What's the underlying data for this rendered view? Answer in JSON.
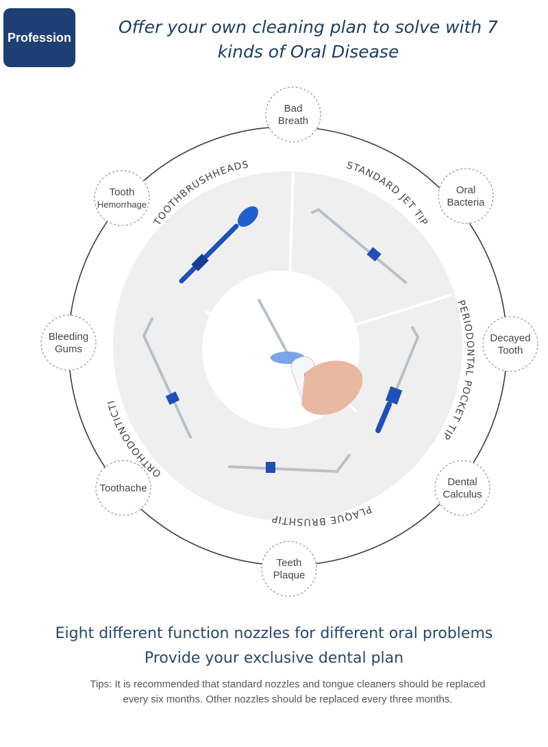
{
  "badge": {
    "label": "Profession"
  },
  "headline": {
    "line1": "Offer your own cleaning plan to solve with 7",
    "line2": "kinds of Oral Disease"
  },
  "diseases": [
    {
      "id": "bad-breath",
      "lines": [
        "Bad",
        "Breath"
      ]
    },
    {
      "id": "oral-bacteria",
      "lines": [
        "Oral",
        "Bacteria"
      ]
    },
    {
      "id": "decayed-tooth",
      "lines": [
        "Decayed",
        "Tooth"
      ]
    },
    {
      "id": "dental-calculus",
      "lines": [
        "Dental",
        "Calculus"
      ]
    },
    {
      "id": "teeth-plaque",
      "lines": [
        "Teeth",
        "Plaque"
      ]
    },
    {
      "id": "toothache",
      "lines": [
        "Toothache"
      ]
    },
    {
      "id": "bleeding-gums",
      "lines": [
        "Bleeding",
        "Gums"
      ]
    },
    {
      "id": "tooth-hemorrhage",
      "lines": [
        "Tooth",
        "Hemorrhage"
      ]
    }
  ],
  "nozzles": [
    {
      "id": "toothbrushheads",
      "label": "TOOTHBRUSHHEADS"
    },
    {
      "id": "standard-jet-tip",
      "label": "STANDARD JET TIP"
    },
    {
      "id": "periodontal-pocket-tip",
      "label": "PERIODONTAL POCKET TIP"
    },
    {
      "id": "plaque-brushtip",
      "label": "PLAQUE BRUSHTIP"
    },
    {
      "id": "orthodontic-tip",
      "label": "ORTHODONTICTI"
    }
  ],
  "footer": {
    "title1": "Eight different function nozzles for different oral problems",
    "title2": "Provide your exclusive dental plan",
    "tips1": "Tips: It is recommended that standard nozzles and tongue cleaners should be replaced",
    "tips2": "every six months. Other nozzles should be replaced every three months."
  },
  "colors": {
    "badge": "#1d3f73",
    "nozzle_blue": "#1f4fb8",
    "ring": "#3a3a3a",
    "wedge": "#eeeeee"
  }
}
